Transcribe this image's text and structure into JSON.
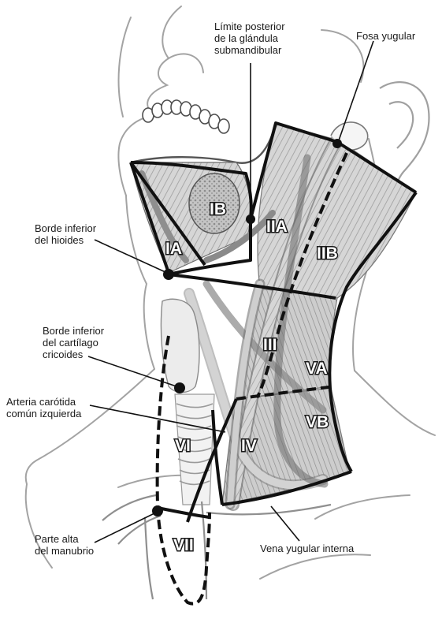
{
  "callouts": {
    "posterior_submandibular": {
      "lines": [
        "Límite posterior",
        "de la glándula",
        "submandibular"
      ]
    },
    "fosa_yugular": {
      "lines": [
        "Fosa yugular"
      ]
    },
    "borde_hioides": {
      "lines": [
        "Borde inferior",
        "del hioides"
      ]
    },
    "borde_cricoides": {
      "lines": [
        "Borde inferior",
        "del cartílago",
        "cricoides"
      ]
    },
    "arteria_carotida": {
      "lines": [
        "Arteria carótida",
        "común izquierda"
      ]
    },
    "parte_manubrio": {
      "lines": [
        "Parte alta",
        "del manubrio"
      ]
    },
    "vena_yugular": {
      "lines": [
        "Vena yugular interna"
      ]
    }
  },
  "regions": {
    "IA": "IA",
    "IB": "IB",
    "IIA": "IIA",
    "IIB": "IIB",
    "III": "III",
    "IV": "IV",
    "VA": "VA",
    "VB": "VB",
    "VI": "VI",
    "VII": "VII"
  },
  "colors": {
    "ink": "#1a1a1a",
    "line": "#111111",
    "muscle": "#cfcfcf",
    "muscle_dark": "#9a9a9a",
    "sketch": "#9c9c9c",
    "gland": "#bdbdbd"
  }
}
